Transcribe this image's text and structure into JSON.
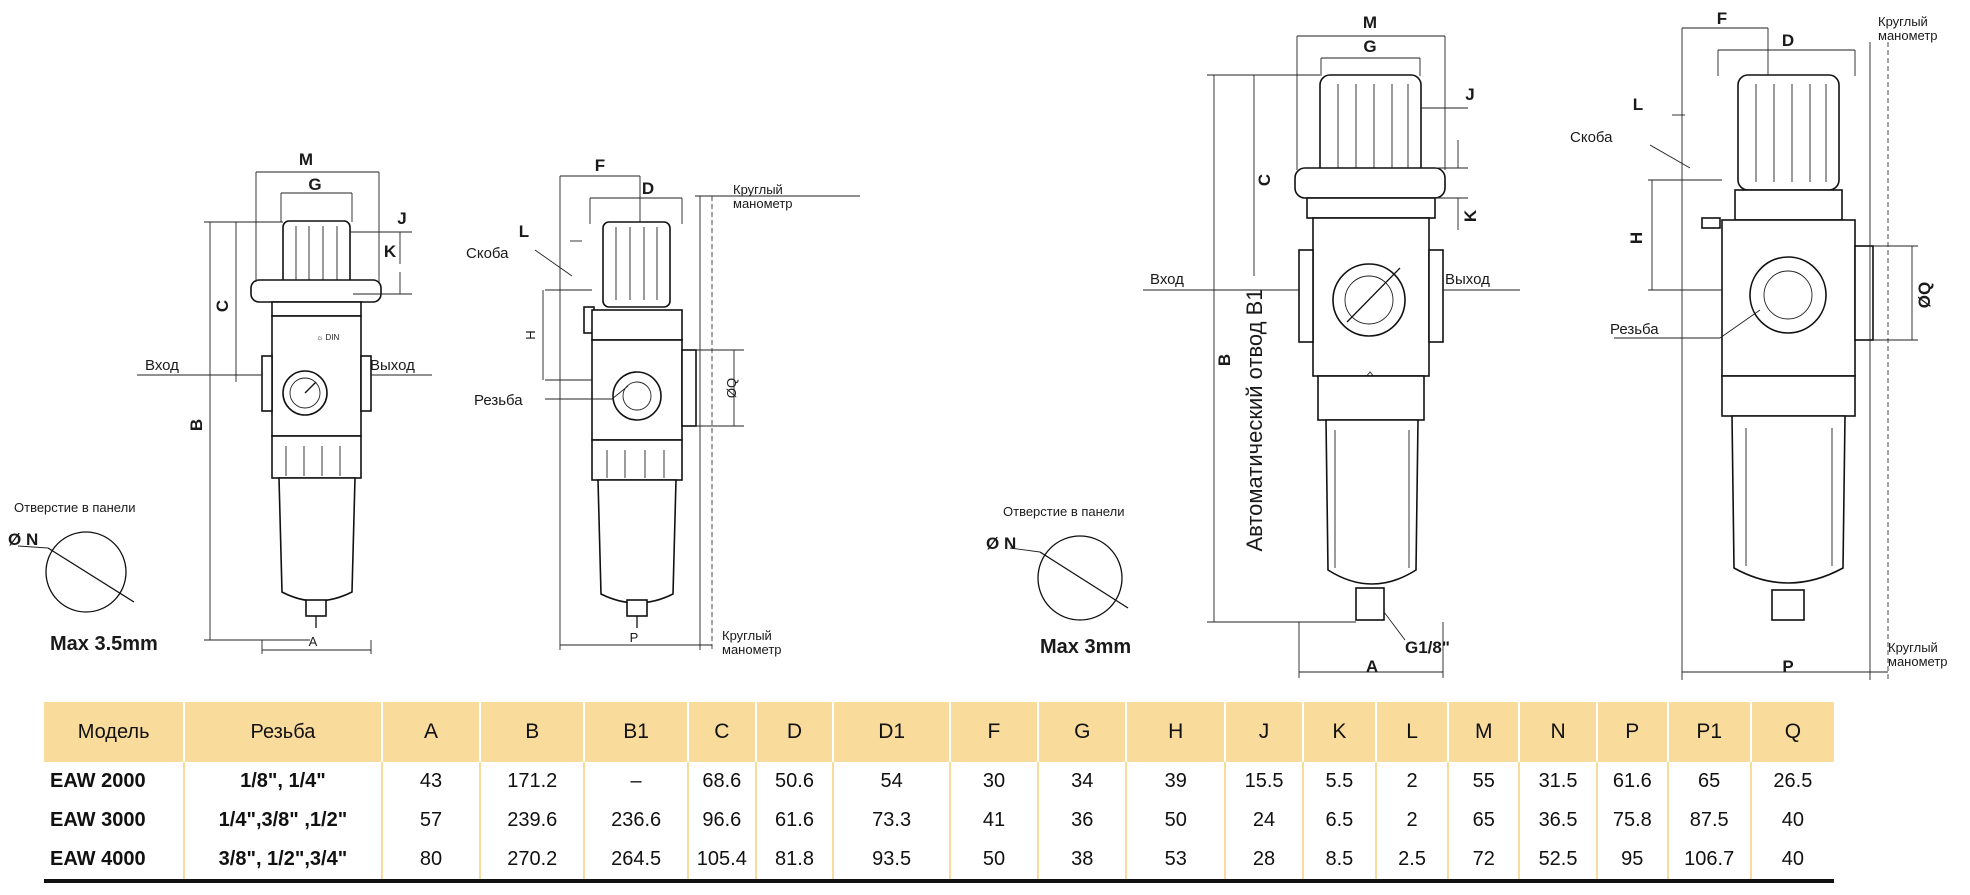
{
  "drawing_labels": {
    "M": "M",
    "G": "G",
    "J": "J",
    "K": "K",
    "C": "C",
    "B": "B",
    "A": "A",
    "F": "F",
    "D": "D",
    "L": "L",
    "H": "H",
    "P": "P",
    "Q": "ØQ",
    "N": "Ø N",
    "inlet": "Вход",
    "outlet": "Выход",
    "bracket": "Скоба",
    "thread": "Резьба",
    "gauge_line1": "Круглый",
    "gauge_line2": "манометр",
    "panel_hole": "Отверстие в панели",
    "max_small": "Max 3.5mm",
    "max_large": "Max 3mm",
    "auto_drain": "Автоматический отвод B1",
    "drain_thread": "G1/8\""
  },
  "table": {
    "headers": [
      "Модель",
      "Резьба",
      "A",
      "B",
      "B1",
      "C",
      "D",
      "D1",
      "F",
      "G",
      "H",
      "J",
      "K",
      "L",
      "M",
      "N",
      "P",
      "P1",
      "Q"
    ],
    "rows": [
      [
        "EAW 2000",
        "1/8\", 1/4\"",
        "43",
        "171.2",
        "–",
        "68.6",
        "50.6",
        "54",
        "30",
        "34",
        "39",
        "15.5",
        "5.5",
        "2",
        "55",
        "31.5",
        "61.6",
        "65",
        "26.5"
      ],
      [
        "EAW 3000",
        "1/4\",3/8\" ,1/2\"",
        "57",
        "239.6",
        "236.6",
        "96.6",
        "61.6",
        "73.3",
        "41",
        "36",
        "50",
        "24",
        "6.5",
        "2",
        "65",
        "36.5",
        "75.8",
        "87.5",
        "40"
      ],
      [
        "EAW 4000",
        "3/8\", 1/2\",3/4\"",
        "80",
        "270.2",
        "264.5",
        "105.4",
        "81.8",
        "93.5",
        "50",
        "38",
        "53",
        "28",
        "8.5",
        "2.5",
        "72",
        "52.5",
        "95",
        "106.7",
        "40"
      ]
    ]
  },
  "colors": {
    "table_header": "#f9dc9c",
    "line": "#111111"
  }
}
